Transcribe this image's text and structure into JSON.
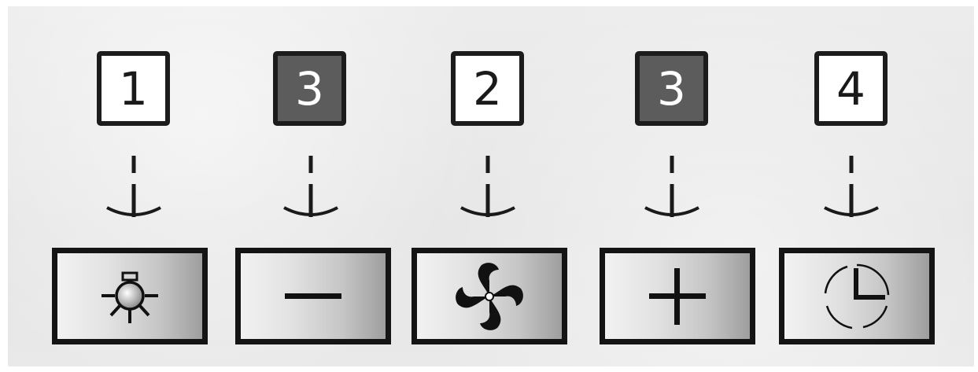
{
  "steps": [
    {
      "number": "1",
      "highlighted": false,
      "button": "light",
      "icon": "light-bulb-icon"
    },
    {
      "number": "3",
      "highlighted": true,
      "button": "minus",
      "icon": "minus-icon"
    },
    {
      "number": "2",
      "highlighted": false,
      "button": "fan",
      "icon": "fan-icon"
    },
    {
      "number": "3",
      "highlighted": true,
      "button": "plus",
      "icon": "plus-icon"
    },
    {
      "number": "4",
      "highlighted": false,
      "button": "timer",
      "icon": "clock-icon"
    }
  ],
  "colors": {
    "highlight_fill": "#5c5c5c",
    "outline": "#141414"
  }
}
